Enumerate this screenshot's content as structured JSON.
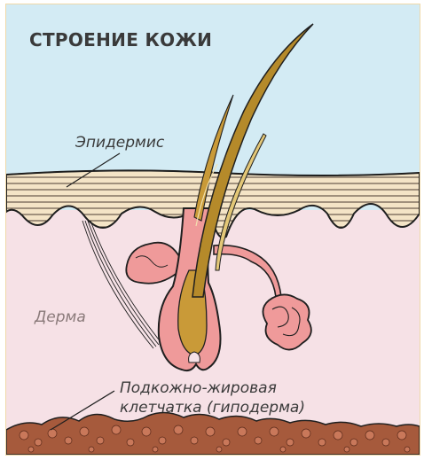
{
  "title": "СТРОЕНИЕ КОЖИ",
  "labels": {
    "epidermis": "Эпидермис",
    "dermis": "Дерма",
    "hypodermis_line1": "Подкожно-жировая",
    "hypodermis_line2": "клетчатка (гиподерма)"
  },
  "colors": {
    "sky": "#d3ebf4",
    "dermis": "#f6e1e6",
    "epidermis": "#f4e4c6",
    "hypodermis": "#a65a3c",
    "gland": "#ef9a9a",
    "hair": "#b58a2a",
    "outline": "#1f1f1f"
  }
}
